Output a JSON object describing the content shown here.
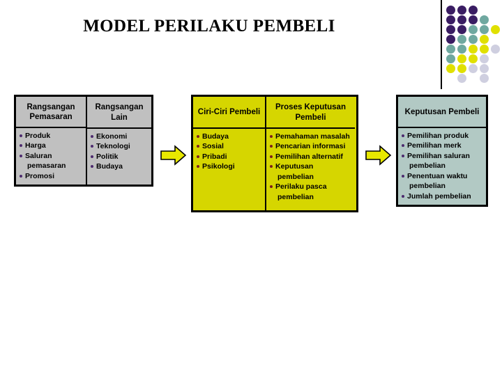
{
  "slide": {
    "title": "MODEL PERILAKU PEMBELI",
    "background": "#ffffff"
  },
  "colors": {
    "purple": "#3a1d63",
    "teal": "#6fa8a0",
    "yellow": "#e0e000",
    "lavender": "#cfcfe0",
    "gray_box": "#c0c0c0",
    "yellow_box": "#d6d600",
    "teal_box": "#b2c9c4",
    "arrow_fill": "#e8e800",
    "arrow_stroke": "#000000",
    "bullet_purple": "#4c2a6e",
    "bullet_maroon": "#7a1f1f",
    "border": "#000000"
  },
  "decoration": {
    "name": "dot-grid-logo",
    "rows": [
      [
        "purple",
        "purple",
        "purple",
        "",
        ""
      ],
      [
        "purple",
        "purple",
        "purple",
        "teal",
        ""
      ],
      [
        "purple",
        "purple",
        "teal",
        "teal",
        "yellow"
      ],
      [
        "purple",
        "teal",
        "teal",
        "yellow",
        ""
      ],
      [
        "teal",
        "teal",
        "yellow",
        "yellow",
        "lavender"
      ],
      [
        "teal",
        "yellow",
        "yellow",
        "lavender",
        ""
      ],
      [
        "yellow",
        "yellow",
        "lavender",
        "lavender",
        ""
      ],
      [
        "",
        "lavender",
        "",
        "lavender",
        ""
      ]
    ]
  },
  "boxes": [
    {
      "id": "box-stimuli",
      "name": "stimuli-box",
      "columns": [
        {
          "header": "Rangsangan Pemasaran",
          "items": [
            {
              "text": "Produk",
              "bullet": true
            },
            {
              "text": "Harga",
              "bullet": true
            },
            {
              "text": "Saluran",
              "bullet": true
            },
            {
              "text": "pemasaran",
              "bullet": false
            },
            {
              "text": "Promosi",
              "bullet": true
            }
          ]
        },
        {
          "header": "Rangsangan Lain",
          "items": [
            {
              "text": "Ekonomi",
              "bullet": true
            },
            {
              "text": "Teknologi",
              "bullet": true
            },
            {
              "text": "Politik",
              "bullet": true
            },
            {
              "text": "Budaya",
              "bullet": true
            }
          ]
        }
      ]
    },
    {
      "id": "box-buyer",
      "name": "buyer-box",
      "columns": [
        {
          "header": "Ciri-Ciri Pembeli",
          "items": [
            {
              "text": "Budaya",
              "bullet": true
            },
            {
              "text": "Sosial",
              "bullet": true
            },
            {
              "text": "Pribadi",
              "bullet": true
            },
            {
              "text": "Psikologi",
              "bullet": true
            }
          ]
        },
        {
          "header": "Proses Keputusan Pembeli",
          "items": [
            {
              "text": "Pemahaman masalah",
              "bullet": true
            },
            {
              "text": "Pencarian informasi",
              "bullet": true
            },
            {
              "text": "Pemilihan alternatif",
              "bullet": true
            },
            {
              "text": "Keputusan",
              "bullet": true
            },
            {
              "text": "pembelian",
              "bullet": false
            },
            {
              "text": "Perilaku pasca",
              "bullet": true
            },
            {
              "text": "pembelian",
              "bullet": false
            }
          ]
        }
      ]
    },
    {
      "id": "box-decision",
      "name": "decision-box",
      "columns": [
        {
          "header": "Keputusan Pembeli",
          "items": [
            {
              "text": "Pemilihan produk",
              "bullet": true
            },
            {
              "text": "Pemilihan merk",
              "bullet": true
            },
            {
              "text": "Pemilihan saluran",
              "bullet": true
            },
            {
              "text": "pembelian",
              "bullet": false
            },
            {
              "text": "Penentuan waktu",
              "bullet": true
            },
            {
              "text": "pembelian",
              "bullet": false
            },
            {
              "text": "Jumlah pembelian",
              "bullet": true
            }
          ]
        }
      ]
    }
  ],
  "arrows": [
    {
      "id": "arrow-1",
      "name": "flow-arrow-right-1",
      "direction": "right"
    },
    {
      "id": "arrow-2",
      "name": "flow-arrow-right-2",
      "direction": "right"
    }
  ]
}
